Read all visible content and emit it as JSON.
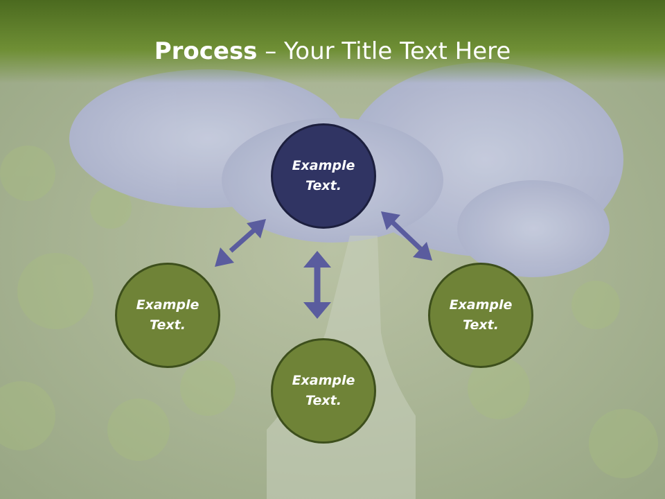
{
  "title": {
    "bold": "Process",
    "rest": " – Your Title Text Here"
  },
  "colors": {
    "header": "#5f7f2c",
    "center_circle": "#303463",
    "outer_circle": "#6f8337",
    "arrow": "#5a5c9e"
  },
  "nodes": [
    {
      "id": "center",
      "line1": "Example",
      "line2": "Text."
    },
    {
      "id": "left",
      "line1": "Example",
      "line2": "Text."
    },
    {
      "id": "bottom",
      "line1": "Example",
      "line2": "Text."
    },
    {
      "id": "right",
      "line1": "Example",
      "line2": "Text."
    }
  ]
}
